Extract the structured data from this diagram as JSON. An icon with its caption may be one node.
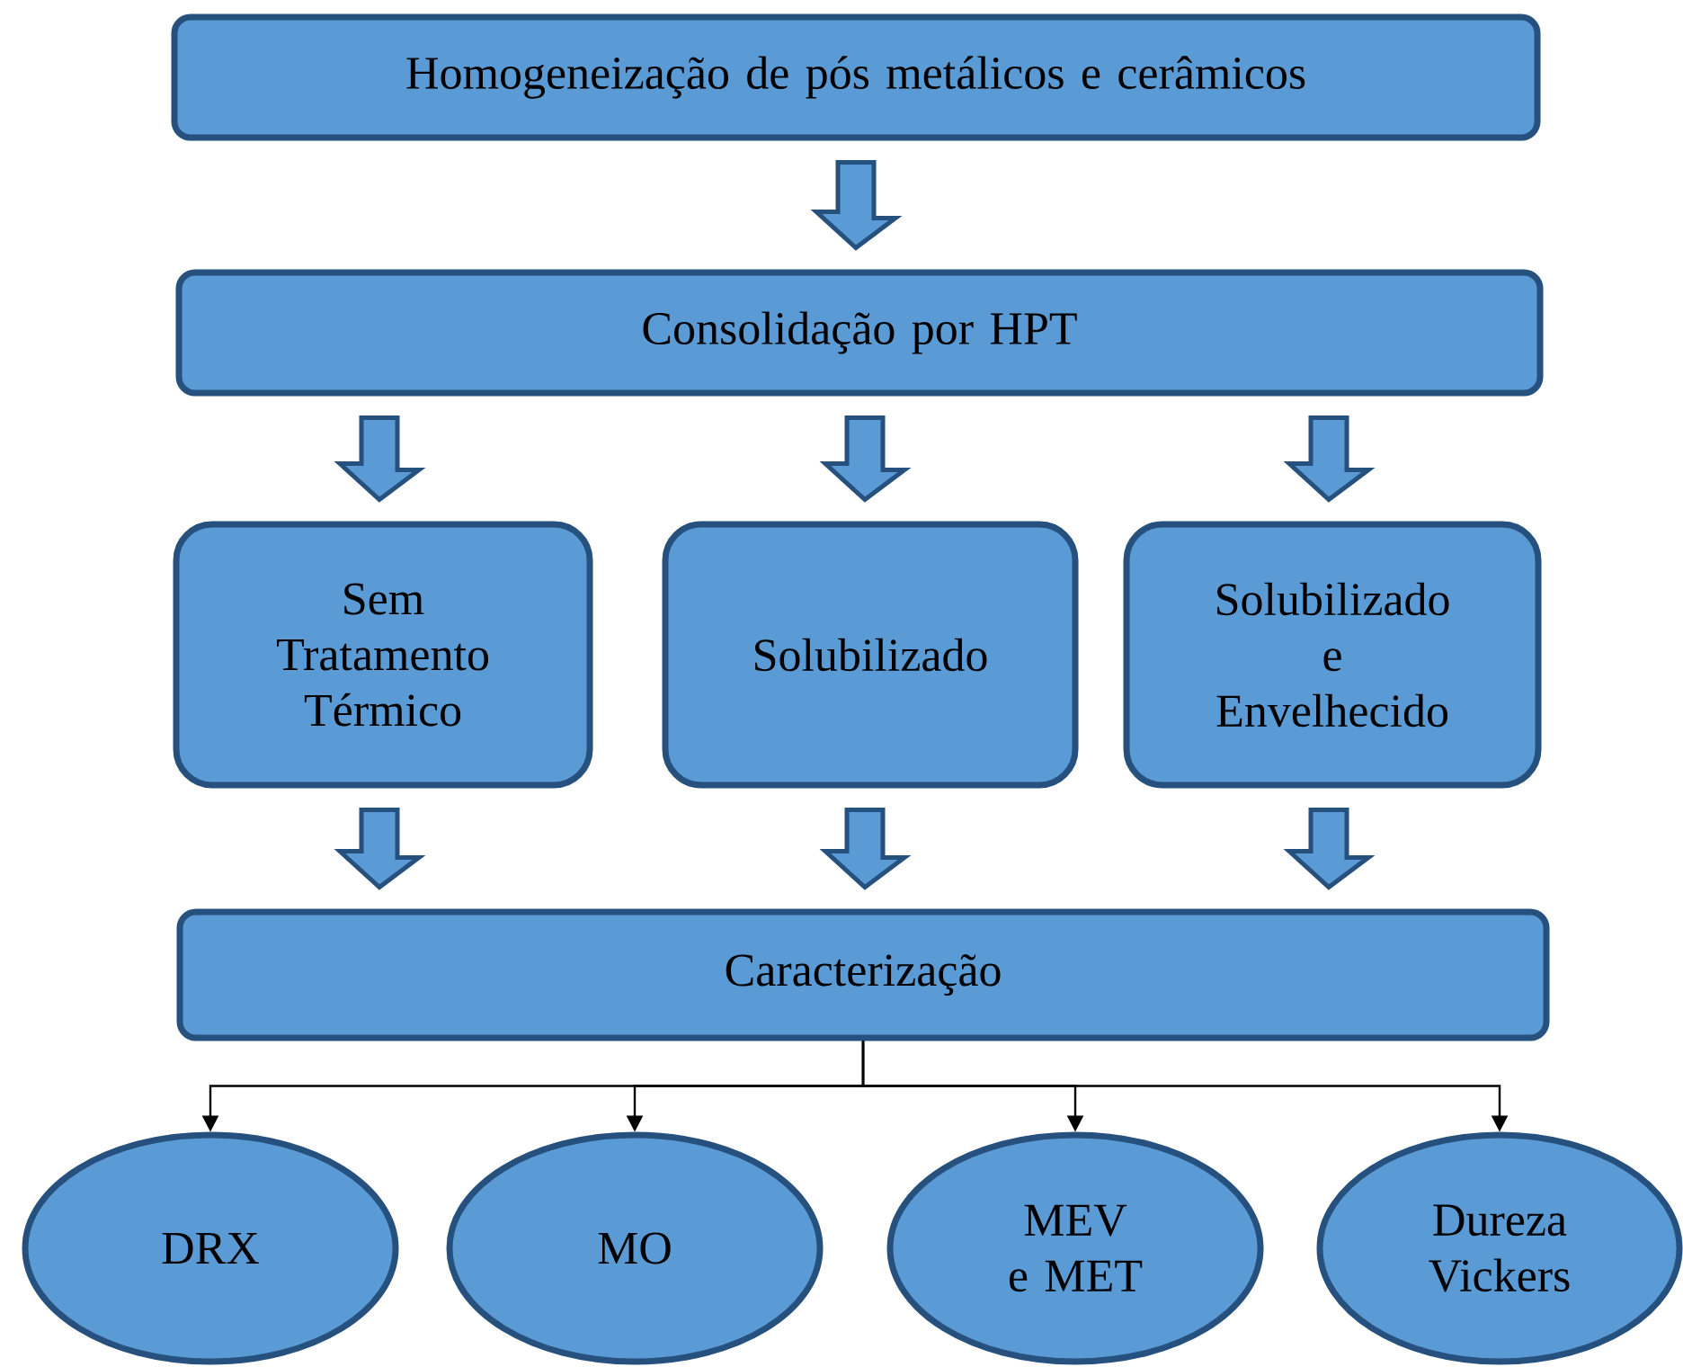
{
  "diagram": {
    "nodes": [
      {
        "text": [
          "Homogeneização de pós metálicos e cerâmicos"
        ]
      },
      {
        "text": [
          "Consolidação por HPT"
        ]
      },
      {
        "text": [
          "Sem Tratamento Térmico"
        ]
      },
      {
        "text": [
          "Solubilizado"
        ]
      },
      {
        "text": [
          "Solubilizado e Envelhecido"
        ]
      },
      {
        "text": [
          "Caracterização"
        ]
      },
      {
        "text": [
          "DRX"
        ]
      },
      {
        "text": [
          "MO"
        ]
      },
      {
        "text": [
          "MEV e MET"
        ]
      },
      {
        "text": [
          "Dureza Vickers"
        ]
      }
    ],
    "edges": [
      {
        "from": 0,
        "to": 1,
        "arrow": "to",
        "style": "thick"
      },
      {
        "from": 1,
        "to": 2,
        "arrow": "to",
        "style": "thick"
      },
      {
        "from": 1,
        "to": 3,
        "arrow": "to",
        "style": "thick"
      },
      {
        "from": 1,
        "to": 4,
        "arrow": "to",
        "style": "thick"
      },
      {
        "from": 2,
        "to": 5,
        "arrow": "to",
        "style": "thick"
      },
      {
        "from": 3,
        "to": 5,
        "arrow": "to",
        "style": "thick"
      },
      {
        "from": 4,
        "to": 5,
        "arrow": "to",
        "style": "thick"
      },
      {
        "from": 5,
        "to": 6,
        "arrow": "to"
      },
      {
        "from": 5,
        "to": 7,
        "arrow": "to"
      },
      {
        "from": 5,
        "to": 8,
        "arrow": "to"
      },
      {
        "from": 5,
        "to": 9,
        "arrow": "to"
      }
    ]
  }
}
